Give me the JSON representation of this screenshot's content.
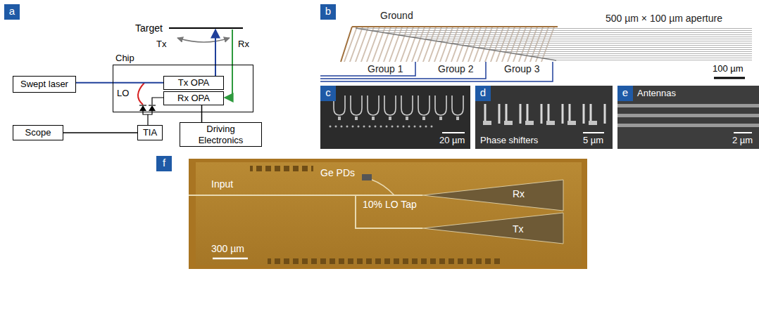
{
  "diagram": {
    "nodes": [
      {
        "text": [
          "a"
        ]
      },
      {
        "text": [
          "Swept laser"
        ]
      },
      {
        "text": [
          "Chip"
        ]
      },
      {
        "text": [
          "Tx OPA"
        ],
        "in": 2
      },
      {
        "text": [
          "Rx OPA"
        ],
        "in": 2
      },
      {
        "text": [
          "Scope"
        ]
      },
      {
        "text": [
          "TIA"
        ]
      },
      {
        "text": [
          "Driving Electronics"
        ]
      },
      {
        "text": [
          "b"
        ]
      },
      {
        "text": [
          "c"
        ]
      },
      {
        "text": [
          "d"
        ]
      },
      {
        "text": [
          "e"
        ]
      },
      {
        "text": [
          "f"
        ]
      }
    ],
    "edges": [
      {
        "from": 1,
        "to": 3,
        "arrow": "none"
      },
      {
        "from": 5,
        "to": 6,
        "arrow": "none"
      },
      {
        "from": 7,
        "to": 4,
        "arrow": "none"
      }
    ],
    "labels": [
      "Target",
      "Tx",
      "Rx",
      "LO",
      "Ground",
      "500 µm × 100 µm aperture",
      "100 µm",
      "Group 1",
      "Group 2",
      "Group 3",
      "20 µm",
      "Phase shifters",
      "5 µm",
      "Antennas",
      "2 µm",
      "Input",
      "Ge PDs",
      "10% LO Tap",
      "Rx",
      "Tx",
      "300 µm"
    ]
  }
}
